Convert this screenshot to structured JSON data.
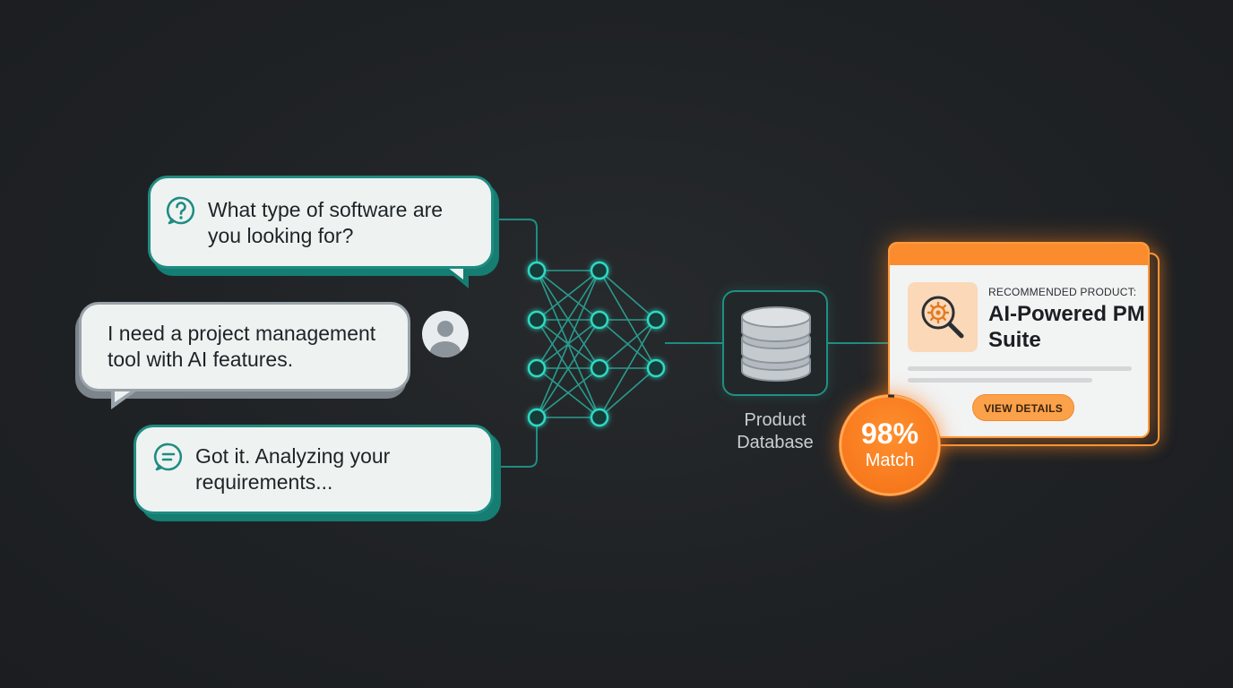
{
  "chat": {
    "question": "What type of software are you looking for?",
    "user_reply": "I need a project management tool with AI features.",
    "assistant_ack": "Got it. Analyzing your requirements..."
  },
  "database": {
    "label": "Product Database"
  },
  "recommendation": {
    "kicker": "RECOMMENDED PRODUCT:",
    "title": "AI-Powered PM Suite",
    "button_label": "VIEW DETAILS"
  },
  "match": {
    "percent_label": "98%",
    "label": "Match",
    "value": 0.98
  },
  "colors": {
    "teal": "#2fd9c4",
    "teal_dark": "#1f8c82",
    "orange": "#fb8c2e",
    "background": "#1f2225"
  },
  "icons": {
    "question": "question-bubble-icon",
    "user": "user-avatar-icon",
    "assistant": "message-lines-icon",
    "database": "database-icon",
    "product": "gear-magnifier-icon"
  }
}
